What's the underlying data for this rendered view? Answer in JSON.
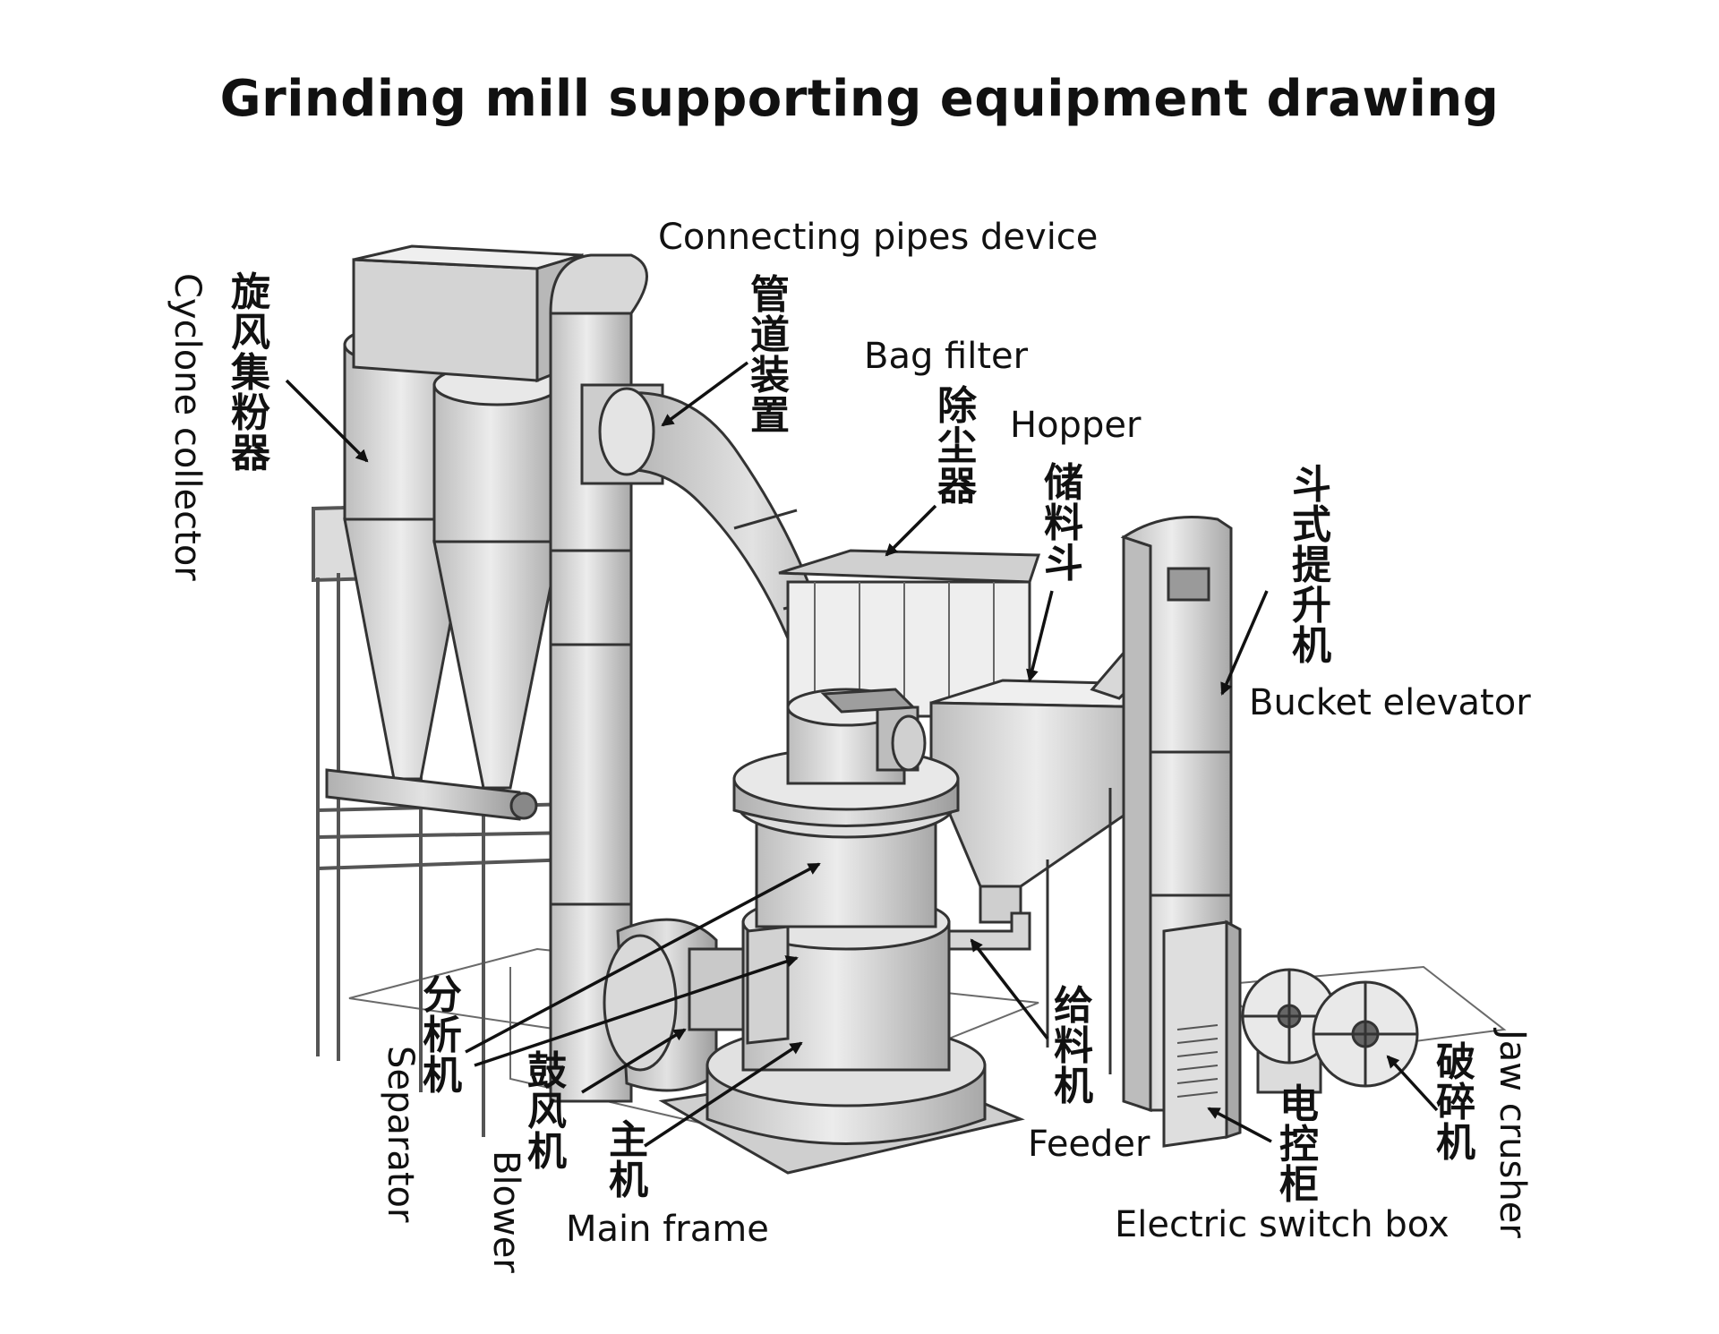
{
  "title": "Grinding mill supporting equipment drawing",
  "labels": {
    "cyclone_en": "Cyclone collector",
    "cyclone_cn": "旋风集粉器",
    "pipes_en": "Connecting pipes device",
    "pipes_cn": "管道装置",
    "bag_en": "Bag filter",
    "bag_cn": "除尘器",
    "hopper_en": "Hopper",
    "hopper_cn": "储料斗",
    "elevator_cn": "斗式提升机",
    "elevator_en": "Bucket elevator",
    "separator_cn": "分析机",
    "separator_en": "Separator",
    "blower_cn": "鼓风机",
    "blower_en": "Blower",
    "main_cn": "主机",
    "main_en": "Main frame",
    "feeder_cn": "给料机",
    "feeder_en": "Feeder",
    "switch_cn": "电控柜",
    "switch_en": "Electric switch box",
    "jaw_cn": "破碎机",
    "jaw_en": "Jaw crusher"
  },
  "colors": {
    "metal_light": "#e6e6e6",
    "metal_mid": "#c8c8c8",
    "metal_dark": "#9a9a9a",
    "line": "#2a2a2a",
    "arrow": "#111111"
  }
}
